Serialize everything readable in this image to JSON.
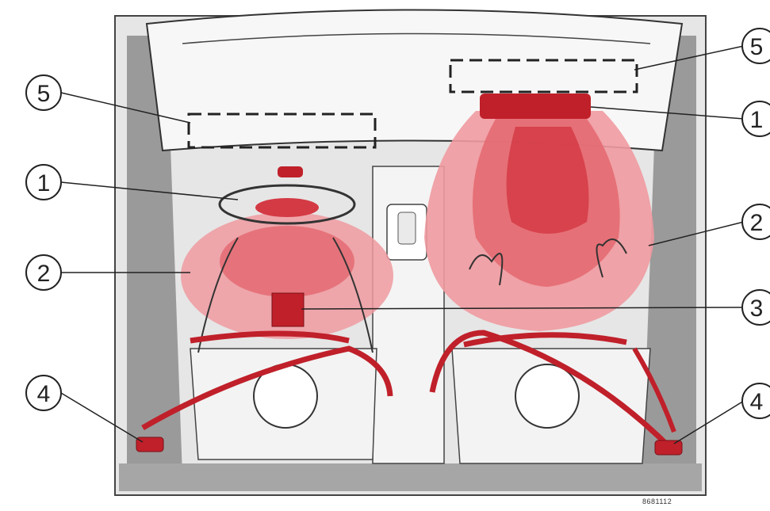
{
  "callouts": {
    "left": [
      "5",
      "1",
      "2",
      "4"
    ],
    "right": [
      "5",
      "1",
      "2",
      "3",
      "4"
    ]
  },
  "reference_code": "8681112",
  "colors": {
    "airbag_outer": "#ef9aa0",
    "airbag_mid": "#e46a72",
    "airbag_inner": "#d43a44",
    "seatbelt": "#c0202a",
    "car_frame": "#9a9a9a",
    "car_floor": "#d9d9d9"
  }
}
